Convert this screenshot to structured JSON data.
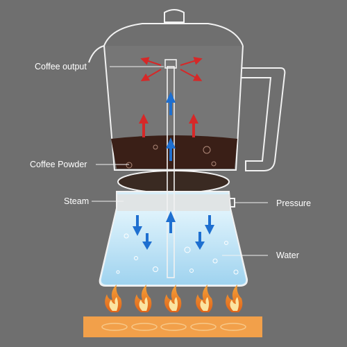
{
  "labels": {
    "coffee_output": "Coffee output",
    "coffee_powder": "Coffee Powder",
    "steam": "Steam",
    "pressure": "Pressure",
    "water": "Water"
  },
  "colors": {
    "background": "#6f6f6f",
    "outline": "#f2f2f2",
    "coffee": "#3a1f17",
    "water": "#bfe4f7",
    "arrow_up_hot": "#d62828",
    "arrow_blue": "#1e6fd0",
    "flame": "#f08a24",
    "burner": "#f2a04a"
  },
  "icons": [
    "flame-icon",
    "arrow-icon"
  ]
}
